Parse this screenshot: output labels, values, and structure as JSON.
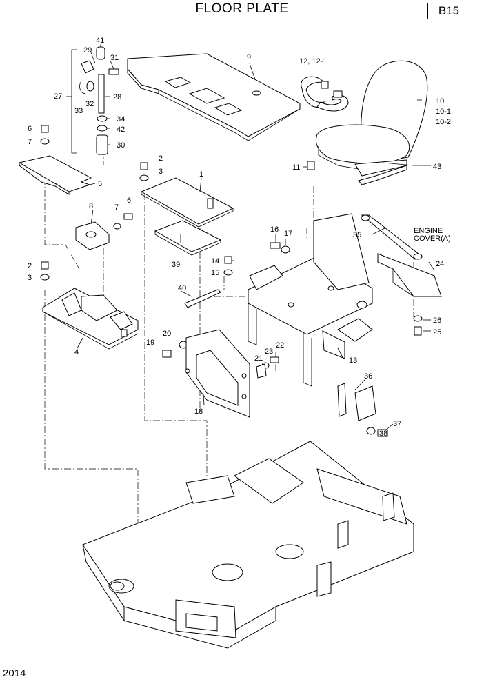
{
  "header": {
    "title": "FLOOR PLATE",
    "code": "B15"
  },
  "footer": {
    "year": "2014"
  },
  "callouts": {
    "p1": "1",
    "p2a": "2",
    "p2b": "2",
    "p3a": "3",
    "p3b": "3",
    "p4": "4",
    "p5": "5",
    "p6a": "6",
    "p6b": "6",
    "p7a": "7",
    "p7b": "7",
    "p8": "8",
    "p9": "9",
    "p10": "10",
    "p10_1": "10-1",
    "p10_2": "10-2",
    "p11": "11",
    "p12": "12, 12-1",
    "p13": "13",
    "p14": "14",
    "p15": "15",
    "p16": "16",
    "p17": "17",
    "p18": "18",
    "p19": "19",
    "p20": "20",
    "p21": "21",
    "p22": "22",
    "p23": "23",
    "p24": "24",
    "p25": "25",
    "p26": "26",
    "p27": "27",
    "p28": "28",
    "p29": "29",
    "p30": "30",
    "p31": "31",
    "p32": "32",
    "p33": "33",
    "p34": "34",
    "p35": "35",
    "p36": "36",
    "p37": "37",
    "p38": "38",
    "p39": "39",
    "p40": "40",
    "p41": "41",
    "p42": "42",
    "p43": "43"
  },
  "notes": {
    "engine_cover_line1": "ENGINE",
    "engine_cover_line2": "COVER(A)"
  }
}
